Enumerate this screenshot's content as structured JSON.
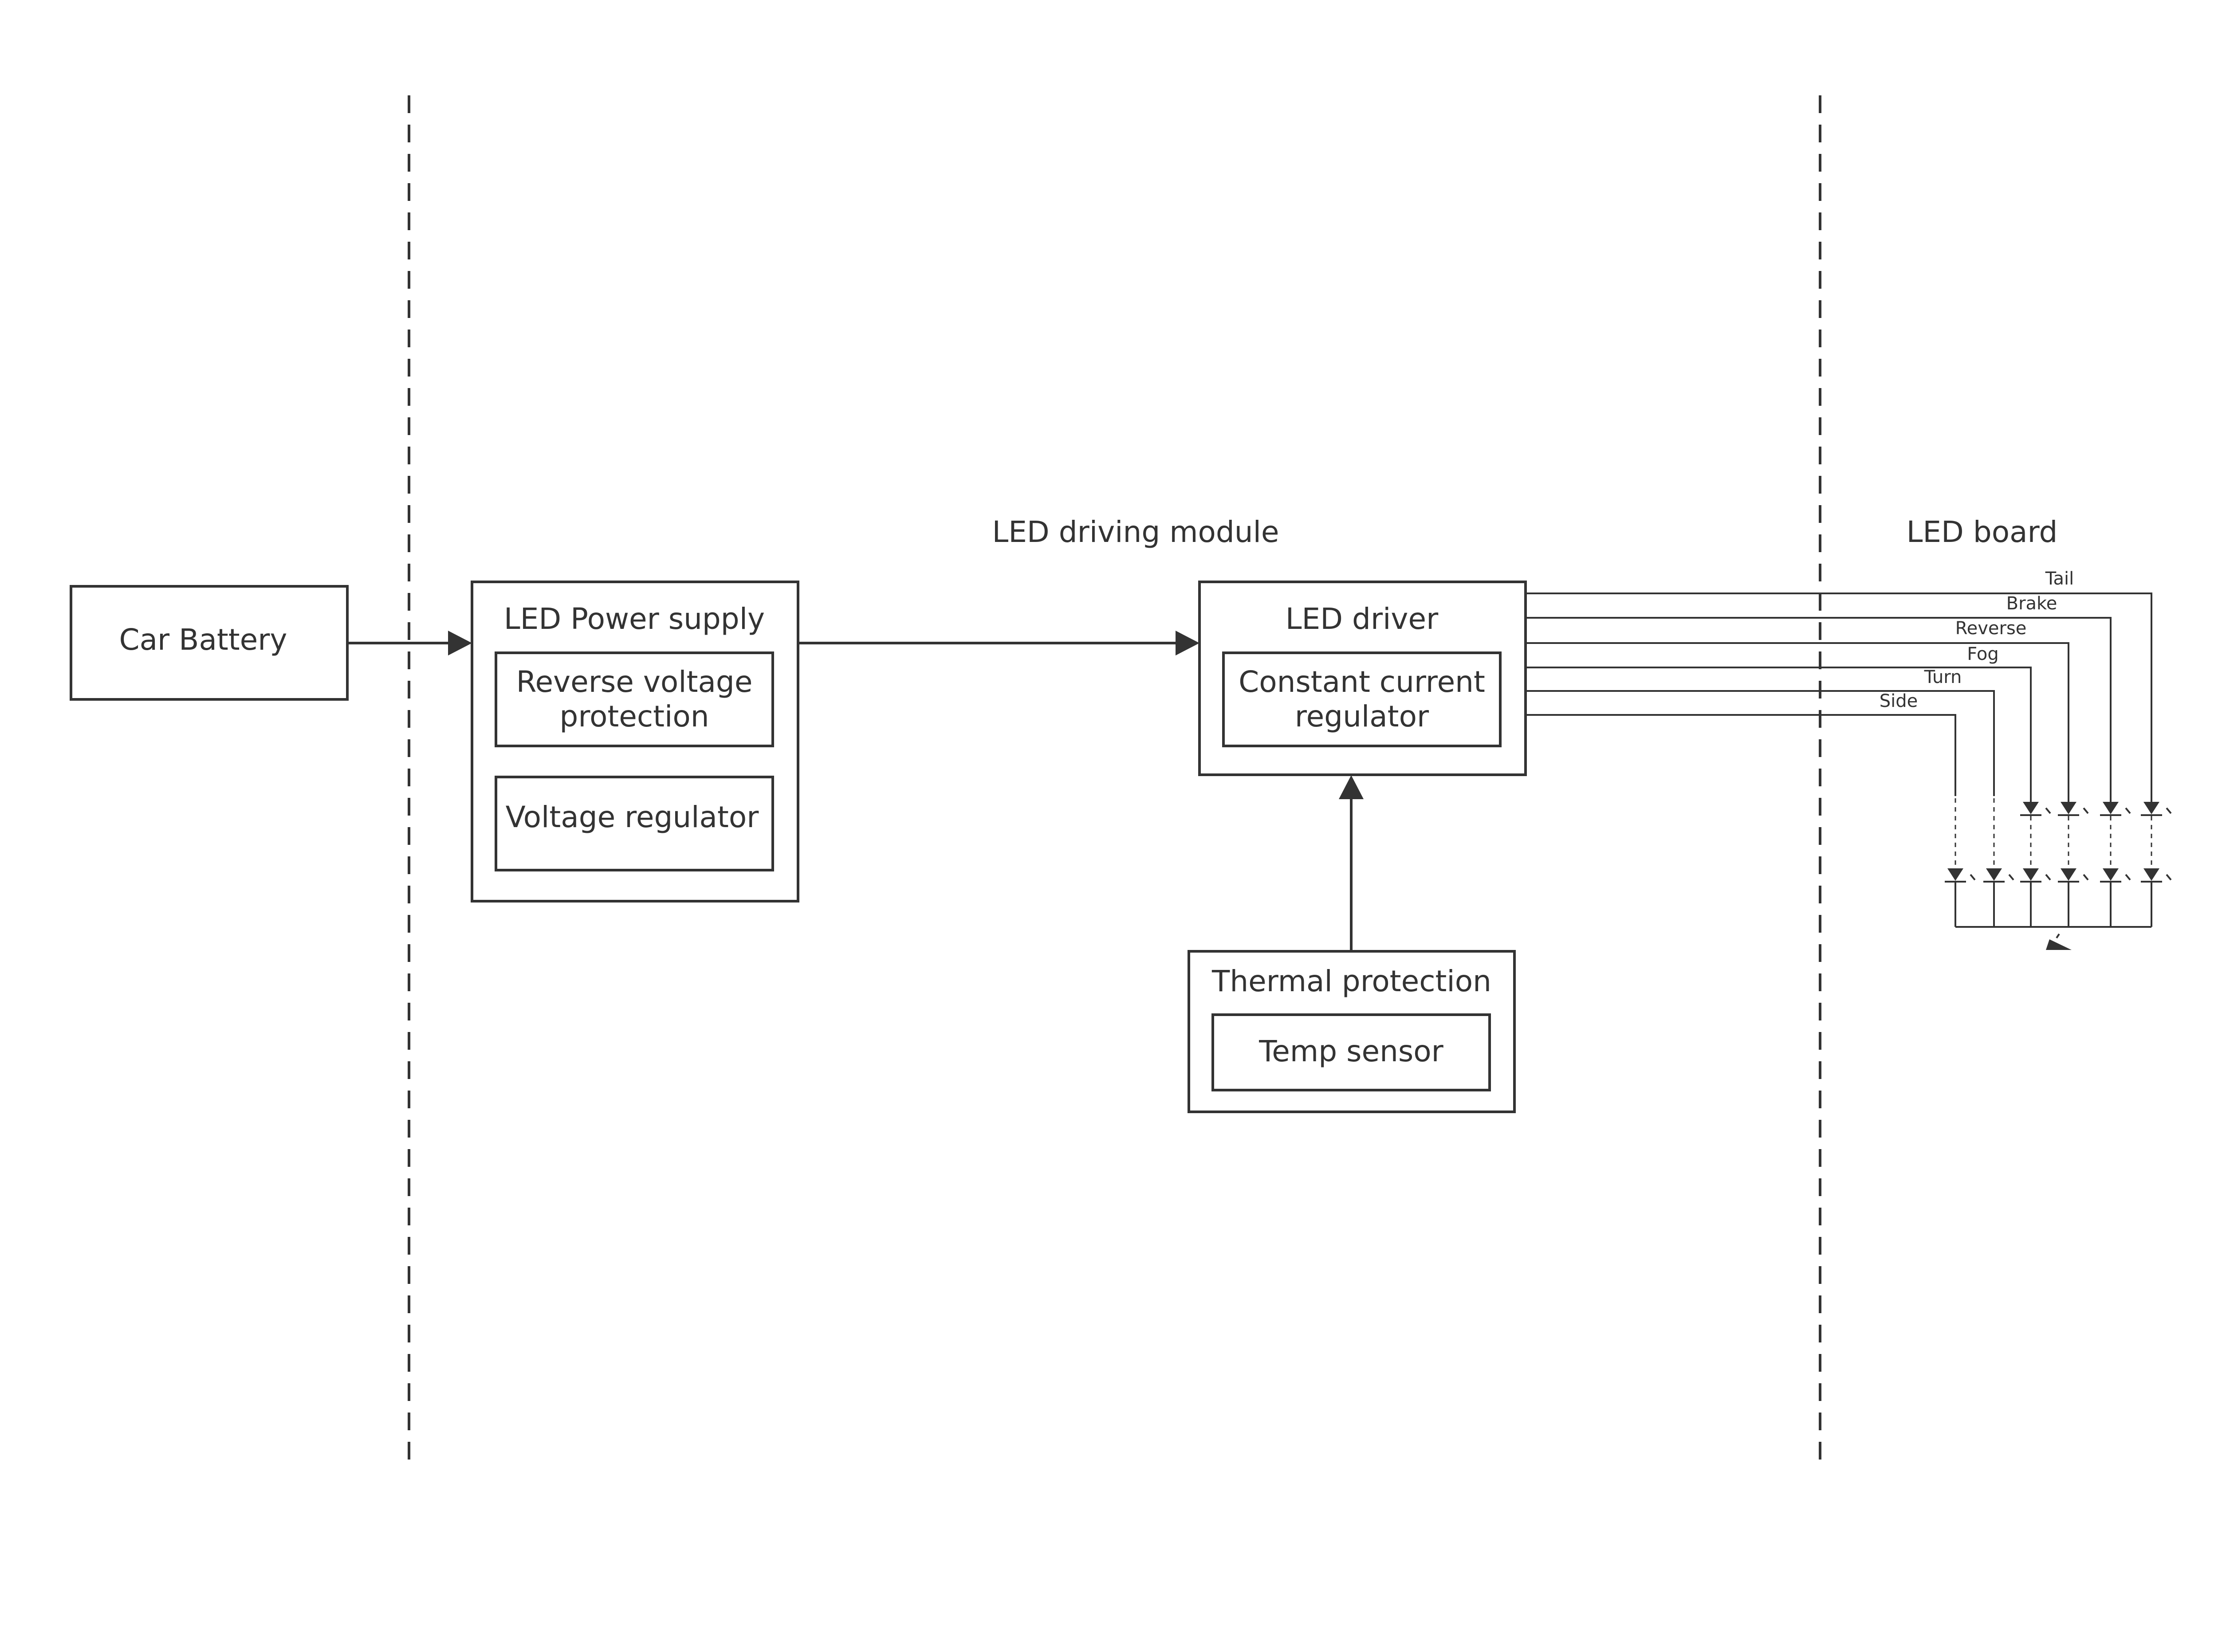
{
  "sections": {
    "driving_module": "LED driving module",
    "led_board": "LED board"
  },
  "blocks": {
    "car_battery": "Car Battery",
    "power_supply": {
      "title": "LED Power supply",
      "reverse_protection": [
        "Reverse voltage",
        "protection"
      ],
      "voltage_regulator": "Voltage regulator"
    },
    "led_driver": {
      "title": "LED driver",
      "regulator": [
        "Constant current",
        "regulator"
      ]
    },
    "thermal": {
      "title": "Thermal protection",
      "sensor": "Temp sensor"
    }
  },
  "channels": [
    "Tail",
    "Brake",
    "Reverse",
    "Fog",
    "Turn",
    "Side"
  ],
  "colors": {
    "ink": "#333333",
    "background": "#ffffff"
  }
}
